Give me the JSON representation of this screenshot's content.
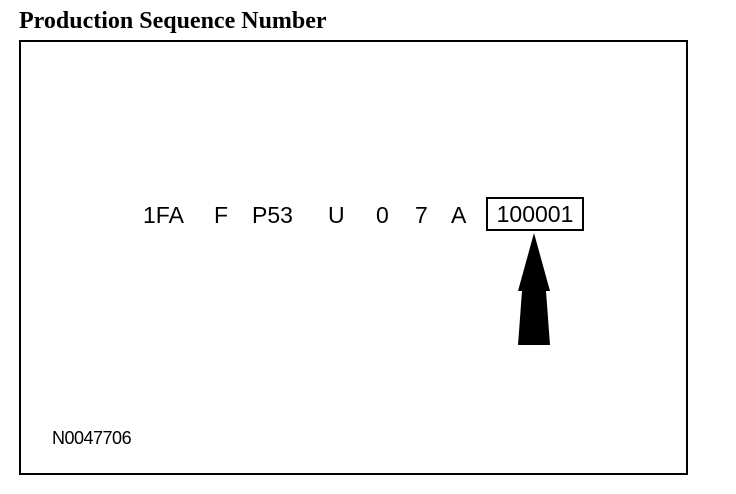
{
  "title": "Production Sequence Number",
  "vin": {
    "segments": [
      "1FA",
      "F",
      "P53",
      "U",
      "0",
      "7",
      "A"
    ],
    "sequence_number": "100001"
  },
  "figure_code": "N0047706",
  "icons": {
    "pointer": "up-arrow-icon"
  }
}
